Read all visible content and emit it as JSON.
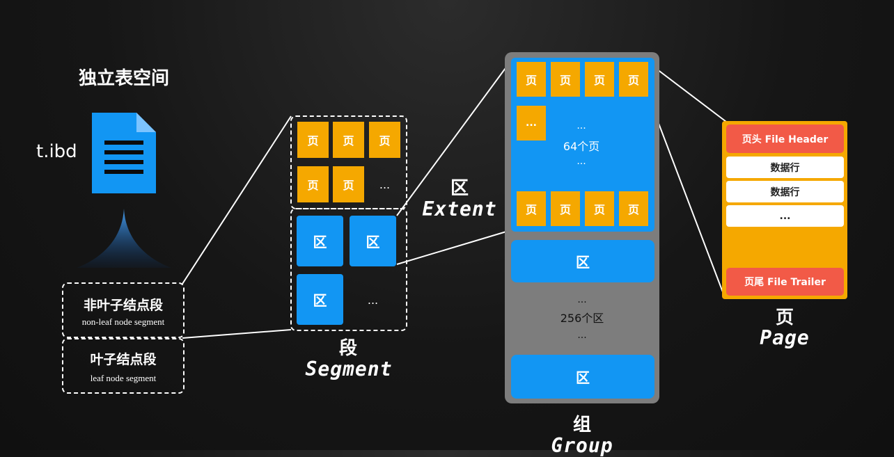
{
  "tablespace": {
    "title": "独立表空间",
    "file_name": "t.ibd"
  },
  "segments": {
    "nonleaf": {
      "title": "非叶子结点段",
      "subtitle": "non-leaf node segment"
    },
    "leaf": {
      "title": "叶子结点段",
      "subtitle": "leaf node segment"
    }
  },
  "segment": {
    "title_cn": "段",
    "title_en": "Segment",
    "page_cells": [
      "页",
      "页",
      "页",
      "页",
      "页"
    ],
    "page_ellipsis": "...",
    "extent_cells": [
      "区",
      "区",
      "区"
    ],
    "extent_ellipsis": "..."
  },
  "extent_label": {
    "title_cn": "区",
    "title_en": "Extent"
  },
  "group": {
    "title_cn": "组",
    "title_en": "Group",
    "top_pages": [
      "页",
      "页",
      "页",
      "页"
    ],
    "small_ellipsis": "...",
    "pages_dots_top": "...",
    "pages_count": "64个页",
    "pages_dots_bottom": "...",
    "bottom_pages": [
      "页",
      "页",
      "页",
      "页"
    ],
    "extent_1": "区",
    "extents_dots_top": "...",
    "extents_count": "256个区",
    "extents_dots_bottom": "...",
    "extent_2": "区"
  },
  "page": {
    "title_cn": "页",
    "title_en": "Page",
    "header": "页头 File Header",
    "rows": [
      "数据行",
      "数据行",
      "..."
    ],
    "trailer": "页尾 File Trailer"
  },
  "colors": {
    "page_yellow": "#f5a800",
    "extent_blue": "#1296f3",
    "header_red": "#f25a47",
    "group_gray": "#7d7d7d"
  }
}
